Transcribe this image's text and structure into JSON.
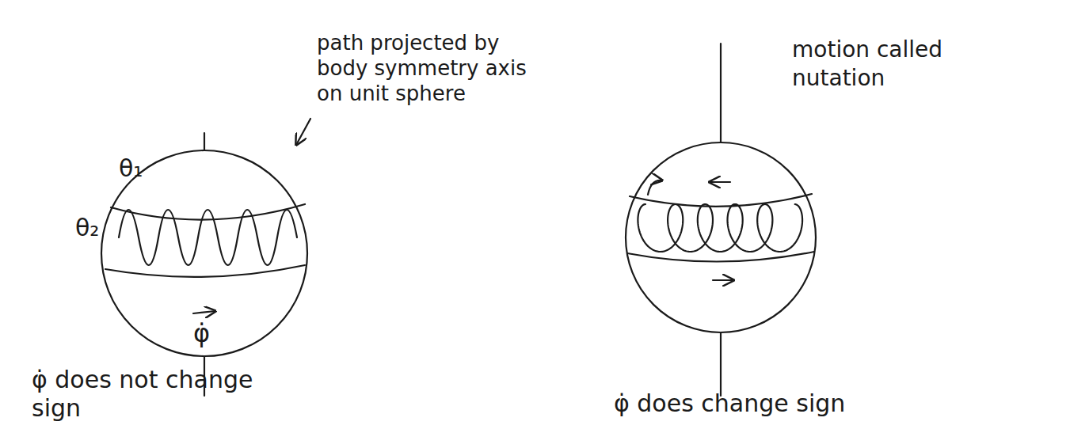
{
  "diagram": {
    "labels": [
      "θ₁",
      "θ₂",
      "path projected by body symmetry axis on unit sphere",
      "φ̇",
      "φ̇ does not change sign",
      "motion called nutation",
      "φ̇ does change sign"
    ]
  }
}
